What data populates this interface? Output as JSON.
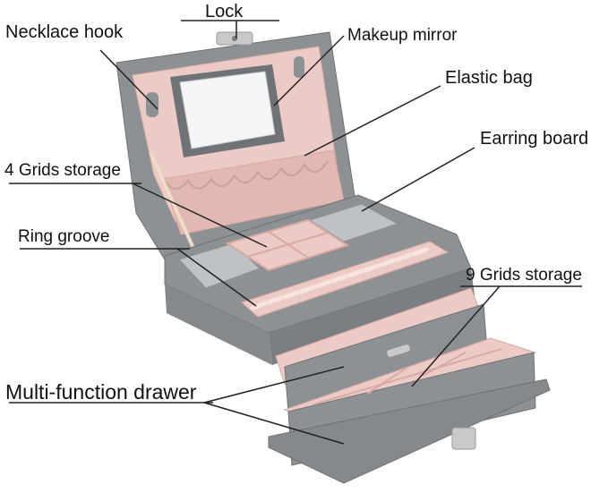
{
  "labels": {
    "lock": "Lock",
    "necklace_hook": "Necklace hook",
    "makeup_mirror": "Makeup mirror",
    "elastic_bag": "Elastic bag",
    "earring_board": "Earring board",
    "four_grids": "4 Grids storage",
    "ring_groove": "Ring groove",
    "nine_grids": "9 Grids storage",
    "drawer": "Multi-function drawer"
  },
  "colors": {
    "shell": "#8d9194",
    "shell_dark": "#6f7377",
    "lining": "#eccbc6",
    "lining_dark": "#d9aaa4",
    "mirror": "#f4f5f6",
    "metal": "#c9c9c9"
  }
}
